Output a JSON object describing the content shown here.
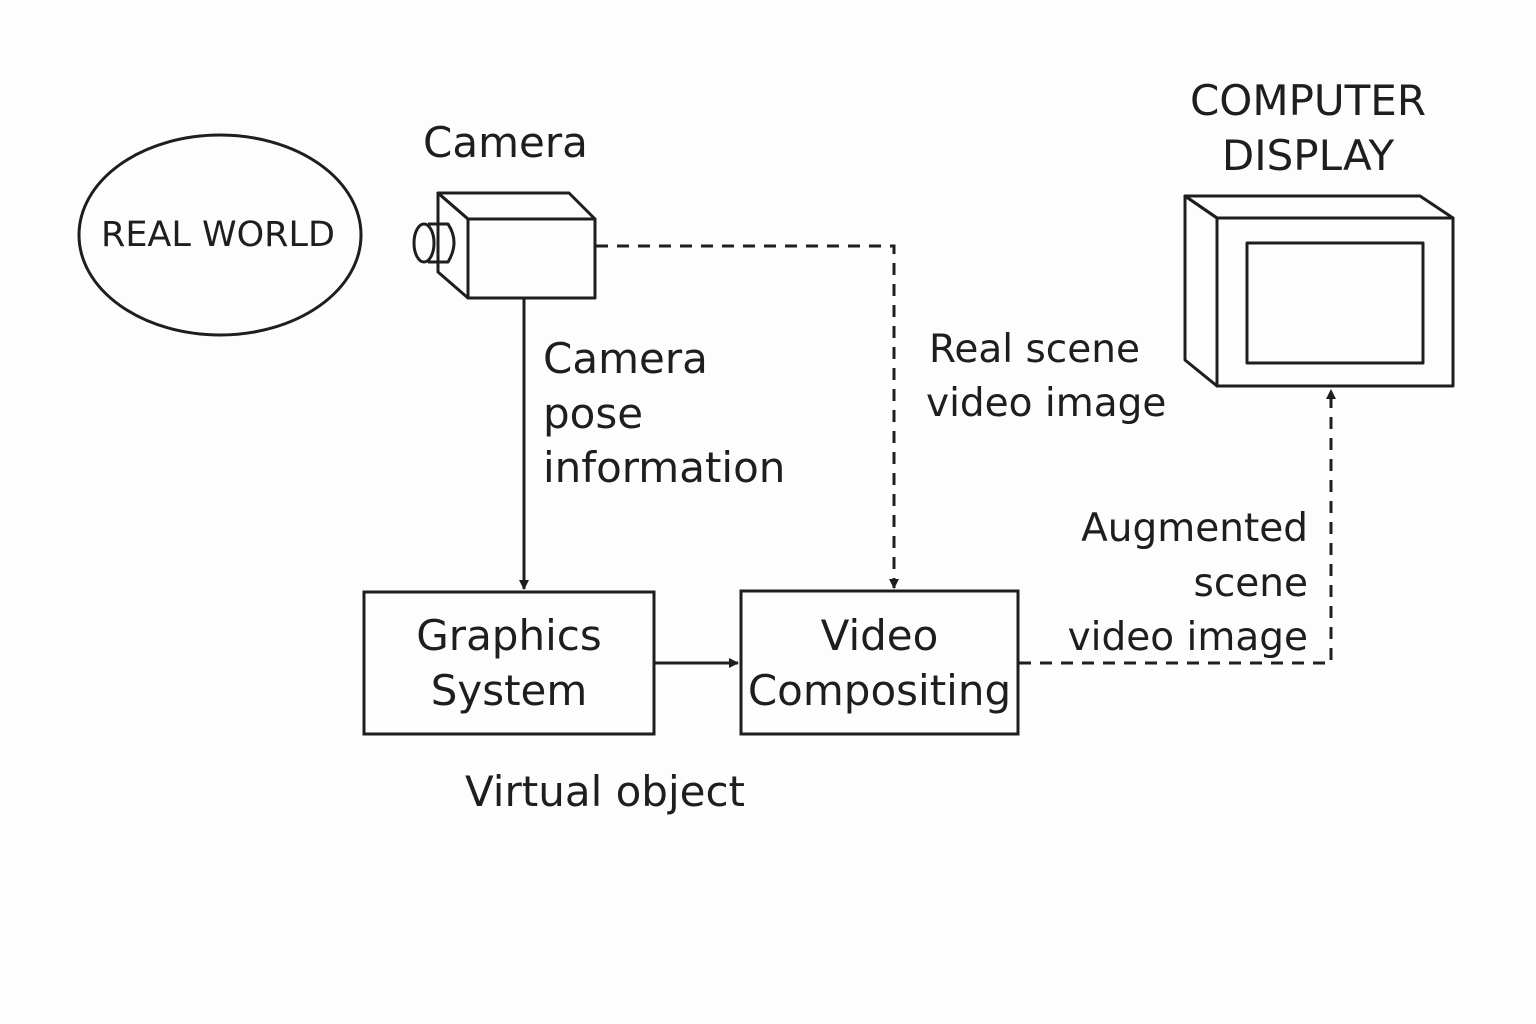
{
  "real_world": {
    "label": "REAL WORLD"
  },
  "camera": {
    "label": "Camera"
  },
  "computer_display": {
    "line1": "COMPUTER",
    "line2": "DISPLAY"
  },
  "camera_pose": {
    "line1": "Camera",
    "line2": "pose",
    "line3": "information"
  },
  "real_scene": {
    "line1": "Real scene",
    "line2": "video image"
  },
  "augmented_scene": {
    "line1": "Augmented",
    "line2": "scene",
    "line3": "video image"
  },
  "graphics_system": {
    "line1": "Graphics",
    "line2": "System"
  },
  "video_compositing": {
    "line1": "Video",
    "line2": "Compositing"
  },
  "virtual_object": {
    "label": "Virtual object"
  },
  "colors": {
    "ink": "#1e1e1e",
    "background": "#fdfdfd"
  }
}
